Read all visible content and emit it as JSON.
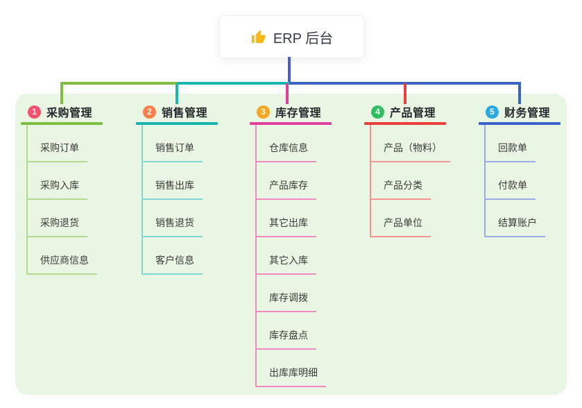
{
  "root": {
    "label": "ERP 后台",
    "icon": "thumbs-up-icon",
    "icon_color": "#f7b918",
    "connector_color": "#4a5cd0"
  },
  "panel": {
    "background": "#e9f6e3"
  },
  "branches": [
    {
      "badge": "1",
      "title": "采购管理",
      "badge_color": "#f4516c",
      "line_color": "#7fbe3f",
      "child_line_color": "#b4da90",
      "children": [
        "采购订单",
        "采购入库",
        "采购退货",
        "供应商信息"
      ]
    },
    {
      "badge": "2",
      "title": "销售管理",
      "badge_color": "#fb7e4a",
      "line_color": "#19b5ae",
      "child_line_color": "#83d5d0",
      "children": [
        "销售订单",
        "销售出库",
        "销售退货",
        "客户信息"
      ]
    },
    {
      "badge": "3",
      "title": "库存管理",
      "badge_color": "#f6a623",
      "line_color": "#df3f9d",
      "child_line_color": "#f089c0",
      "children": [
        "仓库信息",
        "产品库存",
        "其它出库",
        "其它入库",
        "库存调拨",
        "库存盘点",
        "出库库明细"
      ]
    },
    {
      "badge": "4",
      "title": "产品管理",
      "badge_color": "#2fbe60",
      "line_color": "#e8413d",
      "child_line_color": "#f59391",
      "children": [
        "产品（物料）",
        "产品分类",
        "产品单位"
      ]
    },
    {
      "badge": "5",
      "title": "财务管理",
      "badge_color": "#2ca9e1",
      "line_color": "#3b63c9",
      "child_line_color": "#98abe4",
      "children": [
        "回款单",
        "付款单",
        "结算账户"
      ]
    }
  ]
}
